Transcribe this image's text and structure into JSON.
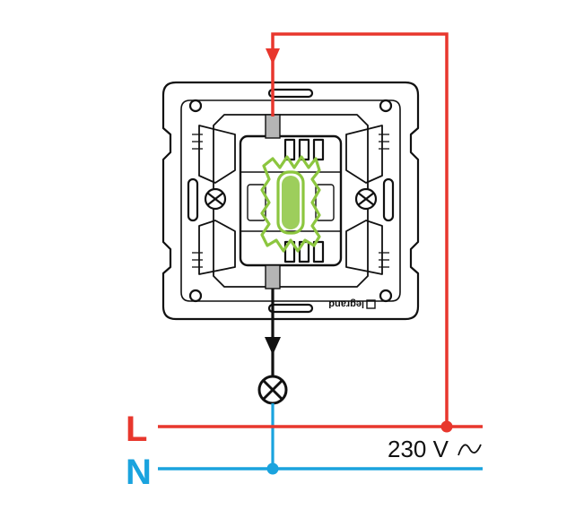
{
  "diagram": {
    "lines": {
      "live": {
        "label": "L",
        "color": "#e8372d"
      },
      "neutral": {
        "label": "N",
        "color": "#1aa3de"
      }
    },
    "supply_label": "230 V",
    "switch_brand": "legrand",
    "switch_highlight_color": "#8cc63f",
    "load_wire_color": "#111111",
    "icons": [
      "arrow-down-icon",
      "lamp-icon",
      "ac-wave-icon",
      "legrand-logo-icon"
    ]
  }
}
